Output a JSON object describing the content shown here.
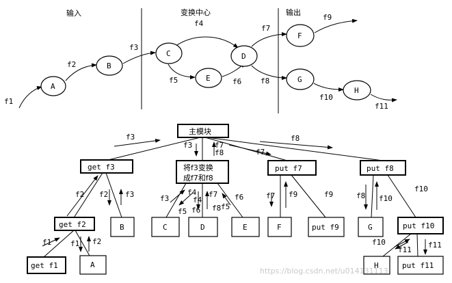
{
  "sections": [
    "输入",
    "变换中心",
    "输出"
  ],
  "dfd": {
    "nodes": [
      "A",
      "B",
      "C",
      "D",
      "E",
      "F",
      "G",
      "H"
    ],
    "flows": [
      "f1",
      "f2",
      "f3",
      "f4",
      "f5",
      "f6",
      "f7",
      "f8",
      "f9",
      "f10",
      "f11"
    ]
  },
  "structure": {
    "main": "主模块",
    "get_f3": "get f3",
    "transform_line1": "将f3变换",
    "transform_line2": "成f7和f8",
    "put_f7": "put f7",
    "put_f8": "put f8",
    "get_f2": "get f2",
    "B": "B",
    "C": "C",
    "D": "D",
    "E": "E",
    "F": "F",
    "put_f9": "put f9",
    "G": "G",
    "put_f10": "put f10",
    "get_f1": "get f1",
    "A": "A",
    "H": "H",
    "put_f11": "put f11"
  },
  "watermark": "https://blog.csdn.net/u014131113"
}
